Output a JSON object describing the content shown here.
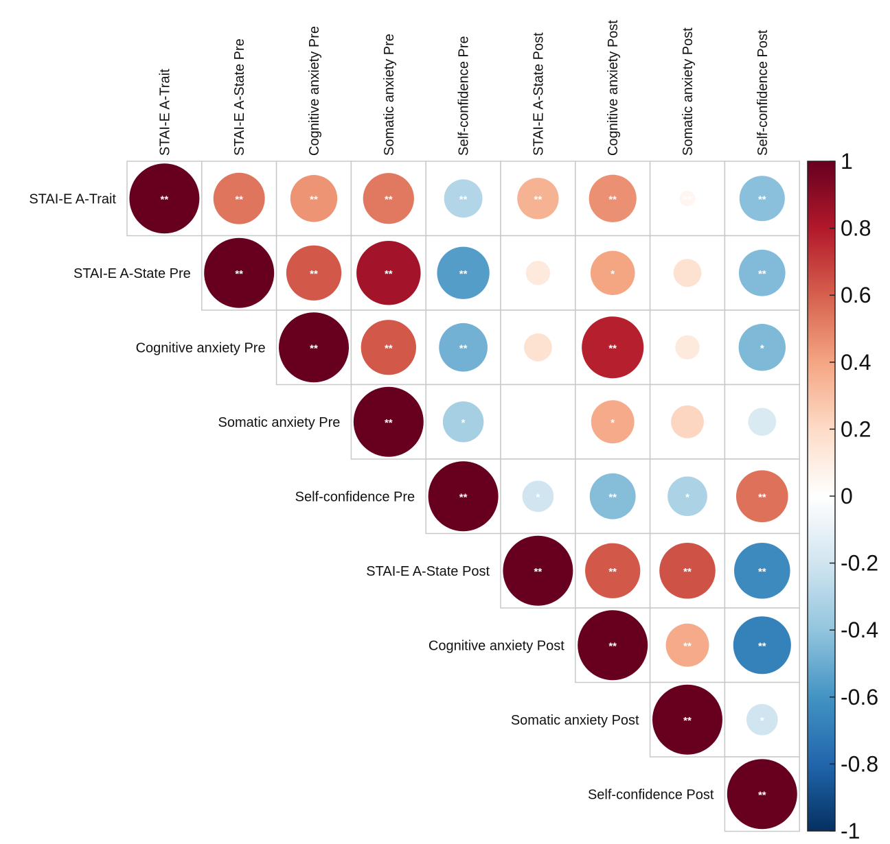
{
  "chart_data": {
    "type": "heatmap",
    "subtype": "correlation-circles-upper-triangle",
    "variables": [
      "STAI-E A-Trait",
      "STAI-E A-State Pre",
      "Cognitive anxiety Pre",
      "Somatic anxiety Pre",
      "Self-confidence Pre",
      "STAI-E A-State Post",
      "Cognitive anxiety Post",
      "Somatic anxiety Post",
      "Self-confidence Post"
    ],
    "matrix": [
      [
        1.0,
        0.54,
        0.45,
        0.53,
        -0.3,
        0.35,
        0.46,
        0.05,
        -0.42
      ],
      [
        null,
        1.0,
        0.62,
        0.84,
        -0.56,
        0.12,
        0.4,
        0.16,
        -0.44
      ],
      [
        null,
        null,
        1.0,
        0.62,
        -0.48,
        0.16,
        0.78,
        0.12,
        -0.45
      ],
      [
        null,
        null,
        null,
        1.0,
        -0.34,
        0.0,
        0.38,
        0.22,
        -0.16
      ],
      [
        null,
        null,
        null,
        null,
        1.0,
        -0.2,
        -0.43,
        -0.32,
        0.55
      ],
      [
        null,
        null,
        null,
        null,
        null,
        1.0,
        0.62,
        0.64,
        -0.64
      ],
      [
        null,
        null,
        null,
        null,
        null,
        null,
        1.0,
        0.38,
        -0.68
      ],
      [
        null,
        null,
        null,
        null,
        null,
        null,
        null,
        1.0,
        -0.2
      ],
      [
        null,
        null,
        null,
        null,
        null,
        null,
        null,
        null,
        1.0
      ]
    ],
    "significance": [
      [
        "**",
        "**",
        "**",
        "**",
        "**",
        "**",
        "**",
        "**",
        "**"
      ],
      [
        "",
        "**",
        "**",
        "**",
        "**",
        "",
        "*",
        "",
        "**"
      ],
      [
        "",
        "",
        "**",
        "**",
        "**",
        "",
        "**",
        "",
        "*"
      ],
      [
        "",
        "",
        "",
        "**",
        "*",
        "",
        "*",
        "",
        ""
      ],
      [
        "",
        "",
        "",
        "",
        "**",
        "*",
        "**",
        "*",
        "**"
      ],
      [
        "",
        "",
        "",
        "",
        "",
        "**",
        "**",
        "**",
        "**"
      ],
      [
        "",
        "",
        "",
        "",
        "",
        "",
        "**",
        "**",
        "**"
      ],
      [
        "",
        "",
        "",
        "",
        "",
        "",
        "",
        "**",
        "*"
      ],
      [
        "",
        "",
        "",
        "",
        "",
        "",
        "",
        "",
        "**"
      ]
    ],
    "colorbar": {
      "ticks": [
        "1",
        "0.8",
        "0.6",
        "0.4",
        "0.2",
        "0",
        "-0.2",
        "-0.4",
        "-0.6",
        "-0.8",
        "-1"
      ],
      "range": [
        -1,
        1
      ],
      "colors": [
        "#67001f",
        "#b2182b",
        "#d6604d",
        "#f4a582",
        "#fddbc7",
        "#ffffff",
        "#d1e5f0",
        "#92c5de",
        "#4393c3",
        "#2166ac",
        "#053061"
      ]
    },
    "grid": true,
    "legend_position": "right"
  }
}
